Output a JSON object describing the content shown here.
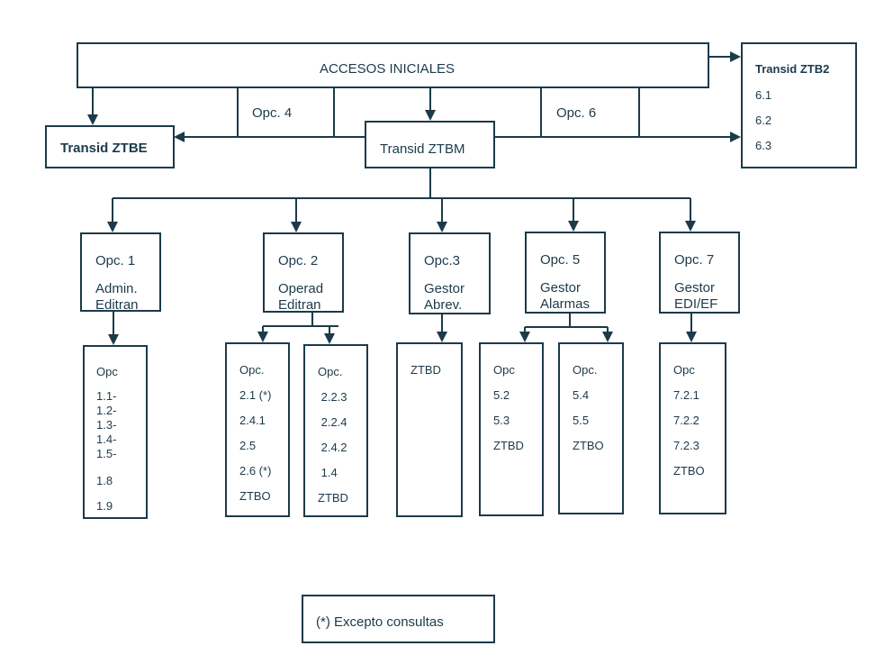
{
  "colors": {
    "stroke": "#1c3a4a",
    "text": "#1c3a4a"
  },
  "top": {
    "label": "ACCESOS INICIALES"
  },
  "ztb2": {
    "title": "Transid  ZTB2",
    "items": [
      "6.1",
      "6.2",
      "6.3"
    ]
  },
  "ztbe": {
    "title": "Transid ZTBE"
  },
  "ztbm": {
    "title": "Transid ZTBM"
  },
  "opc4": {
    "label": "Opc. 4"
  },
  "opc6": {
    "label": "Opc. 6"
  },
  "options": [
    {
      "title": "Opc. 1",
      "l1": "Admin.",
      "l2": "Editran"
    },
    {
      "title": "Opc. 2",
      "l1": "Operad",
      "l2": "Editran"
    },
    {
      "title": "Opc.3",
      "l1": "Gestor",
      "l2": "Abrev."
    },
    {
      "title": "Opc. 5",
      "l1": "Gestor",
      "l2": "Alarmas"
    },
    {
      "title": "Opc. 7",
      "l1": "Gestor",
      "l2": "EDI/EF"
    }
  ],
  "subs": {
    "s1": {
      "head": "Opc",
      "dense": [
        "1.1-",
        "1.2-",
        "1.3-",
        "1.4-",
        "1.5-"
      ],
      "items": [
        "1.8",
        "1.9"
      ]
    },
    "s2a": {
      "items": [
        "Opc.",
        "2.1 (*)",
        "2.4.1",
        "2.5",
        "2.6 (*)",
        "ZTBO"
      ]
    },
    "s2b": {
      "items": [
        "Opc.",
        " 2.2.3",
        " 2.2.4",
        " 2.4.2",
        " 1.4",
        "ZTBD"
      ]
    },
    "s3": {
      "items": [
        "ZTBD"
      ]
    },
    "s5a": {
      "items": [
        "Opc",
        "5.2",
        "5.3",
        "ZTBD"
      ]
    },
    "s5b": {
      "items": [
        "Opc.",
        "5.4",
        "5.5",
        "ZTBO"
      ]
    },
    "s7": {
      "items": [
        "Opc",
        "7.2.1",
        "7.2.2",
        "7.2.3",
        "ZTBO"
      ]
    }
  },
  "note": {
    "label": "(*) Excepto consultas"
  }
}
